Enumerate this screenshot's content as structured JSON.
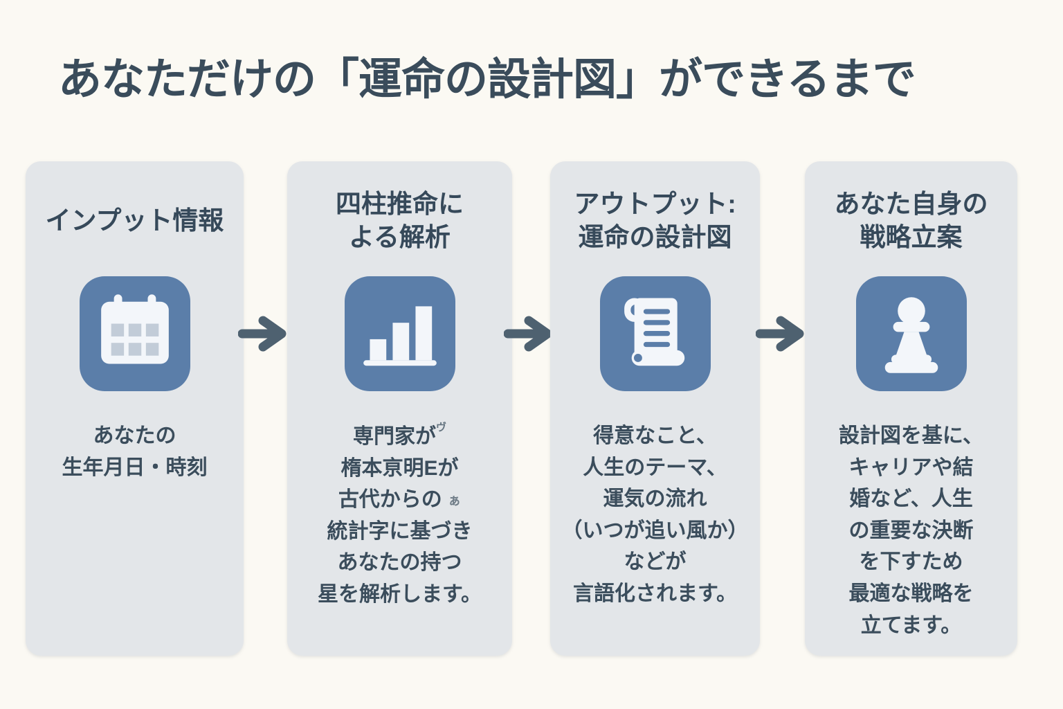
{
  "page": {
    "title": "あなただけの「運命の設計図」ができるまで"
  },
  "colors": {
    "background": "#fbf9f3",
    "card_background": "#e3e6e9",
    "icon_badge_blue": "#5b7ea9",
    "icon_foreground": "#f3f6fa",
    "calendar_cell_gray": "#c2ccd8",
    "text_dark_slate": "#3a4c5b",
    "arrow_slate": "#4e6170"
  },
  "steps": [
    {
      "name": "input",
      "header_lines": [
        "インプット情報"
      ],
      "icon": "calendar-icon",
      "body_lines": [
        "あなたの",
        "生年月日・時刻"
      ]
    },
    {
      "name": "analysis",
      "header_lines": [
        "四柱推命に",
        "よる解析"
      ],
      "icon": "bar-chart-icon",
      "body_lines": [
        "専門家が",
        "楕本亰明Eが",
        "古代からの",
        "統計字に基づき",
        "あなたの持つ",
        "星を解析します。"
      ],
      "stray_marks": [
        "ヴ",
        "ぁ"
      ]
    },
    {
      "name": "output",
      "header_lines": [
        "アウトプット:",
        "運命の設計図"
      ],
      "icon": "scroll-icon",
      "body_lines": [
        "得意なこと、",
        "人生のテーマ、",
        "運気の流れ",
        "（いつが追い風か）",
        "などが",
        "言語化されます。"
      ]
    },
    {
      "name": "strategy",
      "header_lines": [
        "あなた自身の",
        "戦略立案"
      ],
      "icon": "chess-pawn-icon",
      "body_lines": [
        "設計図を基に、",
        "キャリアや結",
        "婚など、人生",
        "の重要な決断",
        "を下すため",
        "最適な戦略を",
        "立てます。"
      ]
    }
  ],
  "arrows": {
    "icon": "arrow-right-icon",
    "direction": "right",
    "count": 3
  }
}
